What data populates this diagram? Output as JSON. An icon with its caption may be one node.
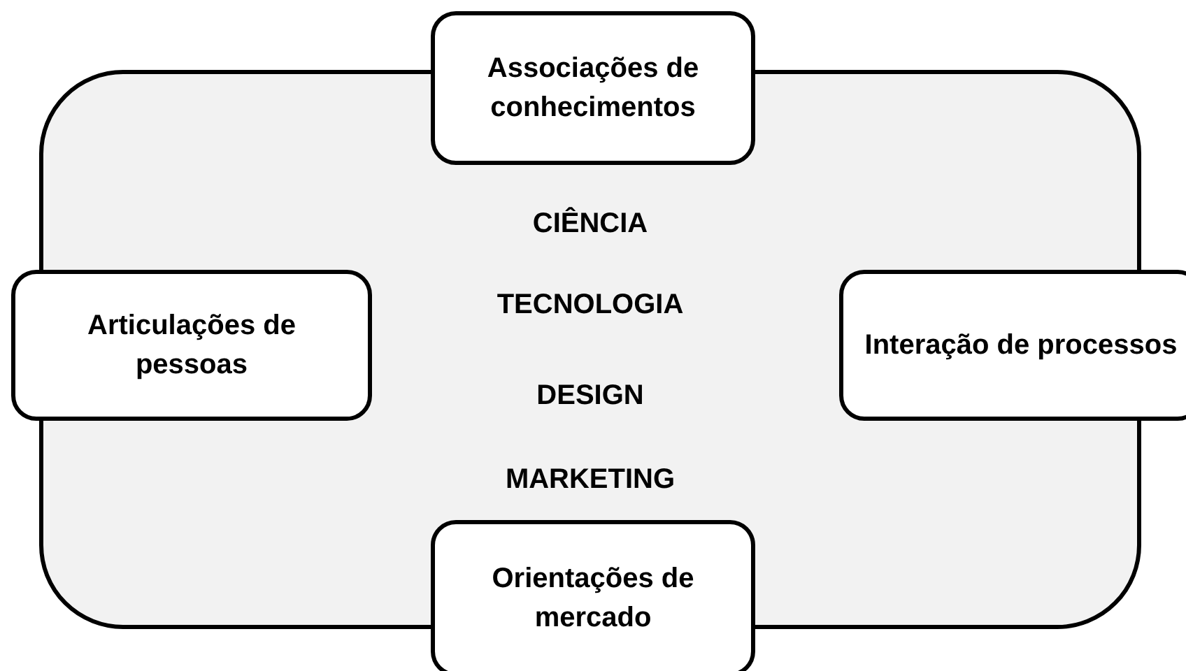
{
  "diagram": {
    "nodes": [
      {
        "text": [
          "CIÊNCIA",
          "TECNOLOGIA",
          "DESIGN",
          "MARKETING"
        ]
      },
      {
        "text": [
          "Associações de conhecimentos"
        ]
      },
      {
        "text": [
          "Articulações de pessoas"
        ]
      },
      {
        "text": [
          "Interação de processos"
        ]
      },
      {
        "text": [
          "Orientações de mercado"
        ]
      }
    ]
  }
}
